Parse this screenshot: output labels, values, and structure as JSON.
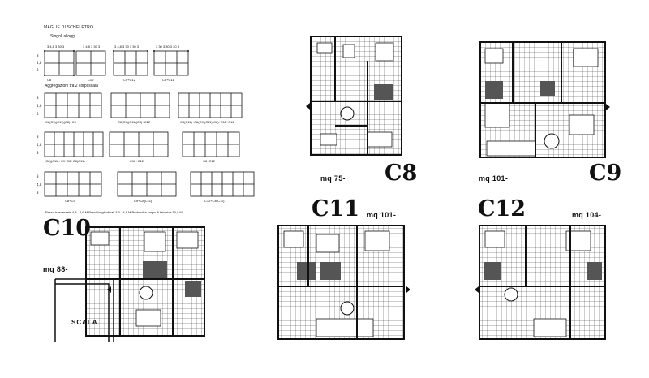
{
  "heading": "MAGLIE DI SCHELETRO",
  "section_single": "Singoli alloggi",
  "section_aggregations": "Aggregazioni tra 2 corpi scala",
  "dims_top": [
    "3 4,8 3 30 3",
    "3 4,8 3 30 3",
    "3 4,8 3 30 3 30 3",
    "3 30 3 30 3 30 3"
  ],
  "grid_labels": {
    "r1": [
      "C8",
      "C10",
      "C9+C12",
      "C8+C11"
    ],
    "r2": [
      "C8(C9)(C11)(C8)+C9",
      "C8(C9)(C11)(C8)+C12",
      "C8(C11)+C8(C9)(C11)(C8)+C11+C12"
    ],
    "r3": [
      "(C8)(C11)+C9+C8+C8(C11)",
      "C12+C12",
      "C8+C12"
    ],
    "r4": [
      "C8+C9",
      "C9+C8(C11)",
      "C12+C8(C11)"
    ]
  },
  "footer_note": "Passo trasversale  4,8 - 4,6 M   Passi longitudinali  3,0 - 4,8 M  Profondità corpo di fabbrica  10,8 M",
  "plans": {
    "c8": {
      "code": "C8",
      "area": "mq 75-"
    },
    "c9": {
      "code": "C9",
      "area": "mq 101-"
    },
    "c10": {
      "code": "C10",
      "area": "mq 88-",
      "scala": "SCALA"
    },
    "c11": {
      "code": "C11",
      "area": "mq 101-"
    },
    "c12": {
      "code": "C12",
      "area": "mq 104-"
    }
  }
}
